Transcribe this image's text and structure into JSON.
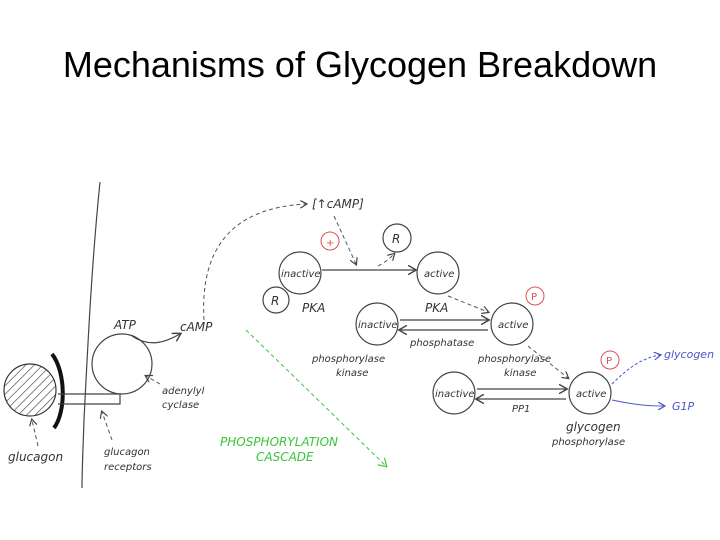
{
  "title": "Mechanisms of Glycogen Breakdown",
  "labels": {
    "camp_top": "[↑cAMP]",
    "r_top": "R",
    "r_bottom": "R",
    "inactive": "inactive",
    "active": "active",
    "pka": "PKA",
    "atp": "ATP",
    "camp": "cAMP",
    "adenylyl_line1": "adenylyl",
    "adenylyl_line2": "cyclase",
    "glucagon": "glucagon",
    "receptors_line1": "glucagon",
    "receptors_line2": "receptors",
    "phosphatase": "phosphatase",
    "phk_line1": "phosphorylase",
    "phk_line2": "kinase",
    "pp1": "PP1",
    "gp_line1": "glycogen",
    "gp_line2": "phosphorylase",
    "glycogen_out": "glycogen",
    "g1p_out": "G1P",
    "cascade_line1": "PHOSPHORYLATION",
    "cascade_line2": "CASCADE",
    "plus": "+",
    "p": "P"
  },
  "colors": {
    "green": "#39c43c",
    "blue": "#4a55c8",
    "red": "#e05050"
  }
}
